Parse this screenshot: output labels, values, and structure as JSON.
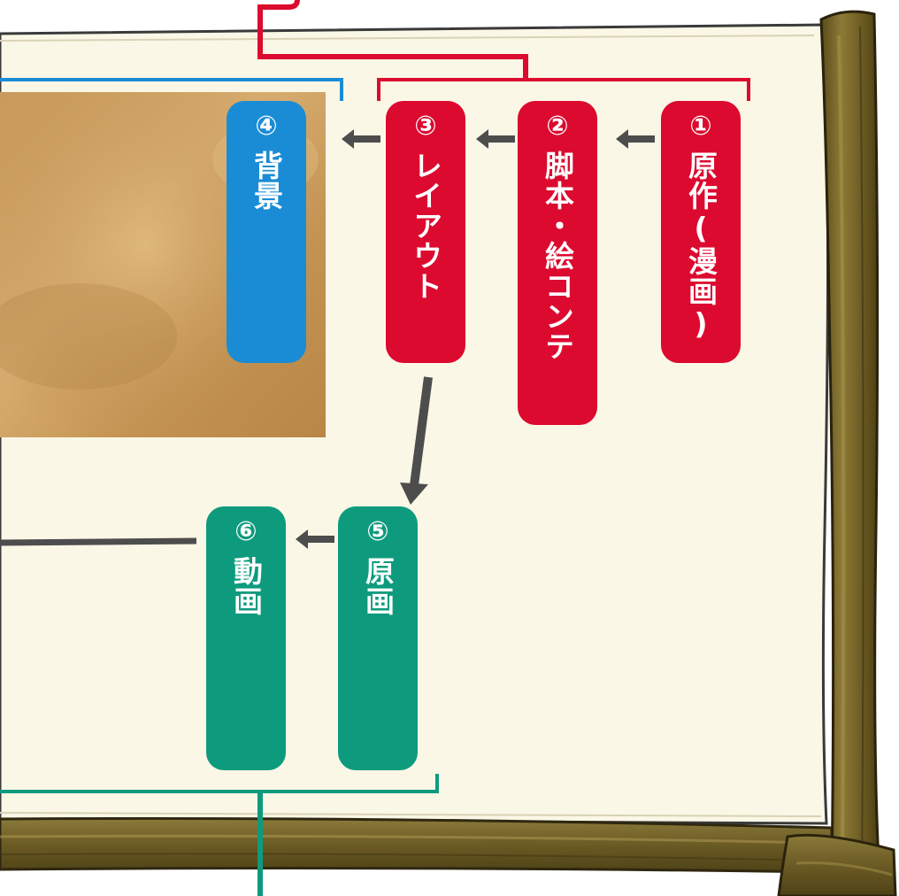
{
  "steps": [
    {
      "num": "①",
      "label": "原作(漫画)",
      "color": "#dc0a2f"
    },
    {
      "num": "②",
      "label": "脚本・絵コンテ",
      "color": "#dc0a2f"
    },
    {
      "num": "③",
      "label": "レイアウト",
      "color": "#dc0a2f"
    },
    {
      "num": "④",
      "label": "背景",
      "color": "#1a8cd6"
    },
    {
      "num": "⑤",
      "label": "原画",
      "color": "#0e9b7d"
    },
    {
      "num": "⑥",
      "label": "動画",
      "color": "#0e9b7d"
    }
  ],
  "colors": {
    "red": "#dc0a2f",
    "blue": "#1a8cd6",
    "green": "#0e9b7d",
    "arrow": "#4d4d4d",
    "paper": "#fbf7e6",
    "wood": "#7c6b2c"
  }
}
